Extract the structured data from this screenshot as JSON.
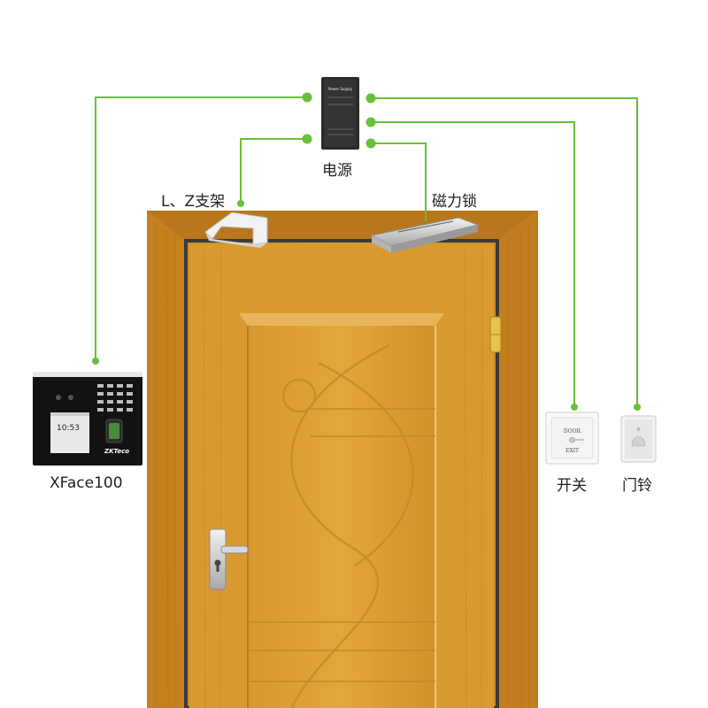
{
  "labels": {
    "power_supply": "电源",
    "l_z_bracket": "L、Z支架",
    "magnetic_lock": "磁力锁",
    "terminal": "XFace100",
    "exit_switch": "开关",
    "doorbell": "门铃"
  },
  "terminal_screen": {
    "time": "10:53",
    "brand": "ZKTeco"
  },
  "power_supply_face": {
    "line1": "Power Supply"
  },
  "exit_button_face": {
    "line1": "DOOR",
    "line2": "EXIT"
  },
  "colors": {
    "wire": "#6abf3a",
    "door": "#d89a30",
    "door_dark": "#b57820",
    "frame": "#c88a2c"
  }
}
